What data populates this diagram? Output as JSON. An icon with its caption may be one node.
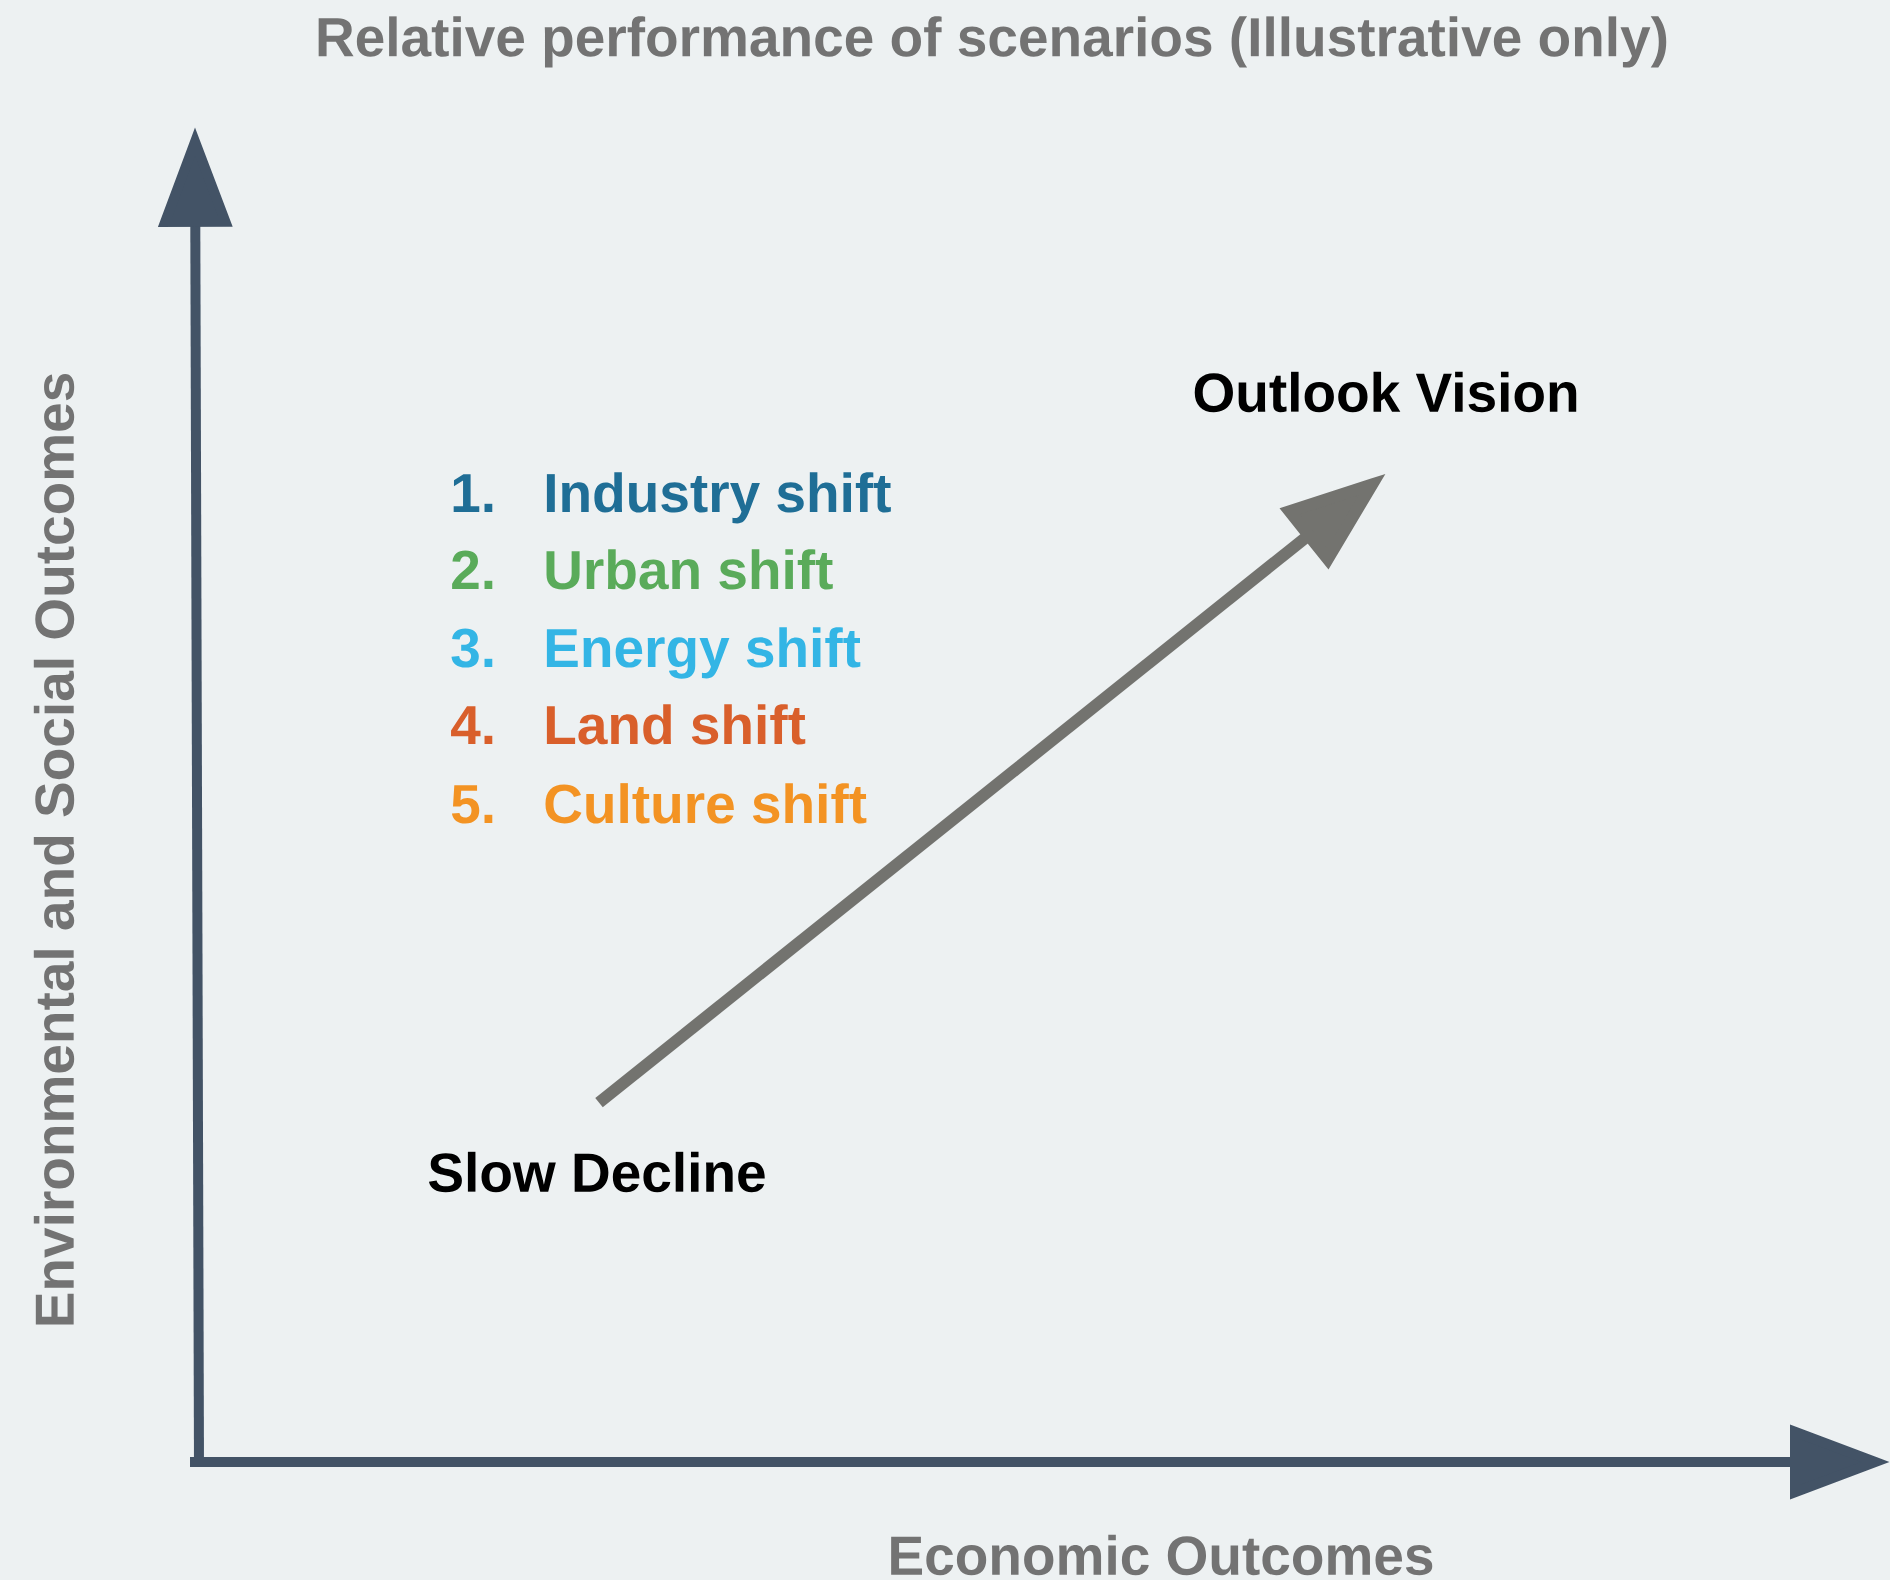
{
  "diagram": {
    "title": "Relative performance of scenarios (Illustrative only)",
    "nodes": [
      {
        "text": [
          "Slow Decline"
        ]
      },
      {
        "text": [
          "Outlook Vision"
        ]
      }
    ],
    "edges": [
      {
        "from": 0,
        "to": 1,
        "arrow": "to"
      }
    ],
    "labels": [
      "Environmental and Social Outcomes",
      "1.",
      "Industry shift",
      "2.",
      "Urban shift",
      "3.",
      "Energy shift",
      "4.",
      "Land shift",
      "5.",
      "Culture shift",
      "Economic Outcomes"
    ]
  }
}
